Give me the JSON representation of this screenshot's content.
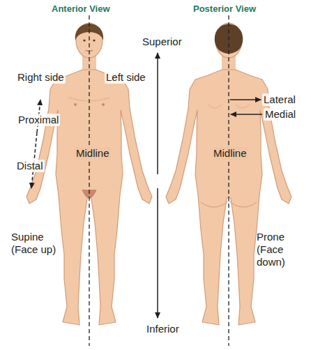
{
  "diagram": {
    "labels": [
      "Anterior View",
      "Posterior View",
      "Superior",
      "Right side",
      "Left side",
      "Lateral",
      "Medial",
      "Proximal",
      "Midline",
      "Midline",
      "Distal",
      "Supine (Face up)",
      "Prone (Face down)",
      "Inferior"
    ]
  }
}
